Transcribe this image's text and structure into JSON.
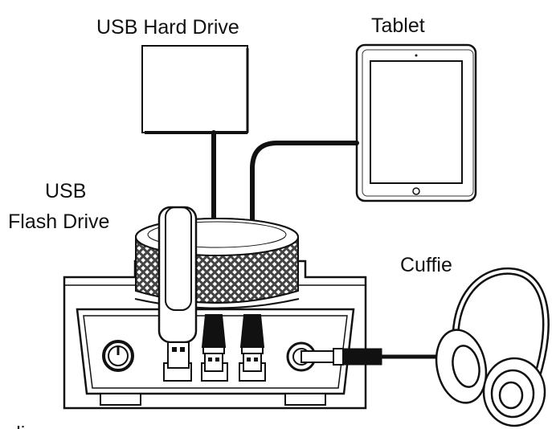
{
  "labels": {
    "usb_hard_drive": "USB Hard Drive",
    "tablet": "Tablet",
    "usb": "USB",
    "flash_drive": "Flash Drive",
    "headphones": "Cuffie",
    "partial_bottom_text": "ndi ..."
  },
  "colors": {
    "line": "#111111",
    "fill": "#ffffff",
    "grille": "#555555"
  }
}
